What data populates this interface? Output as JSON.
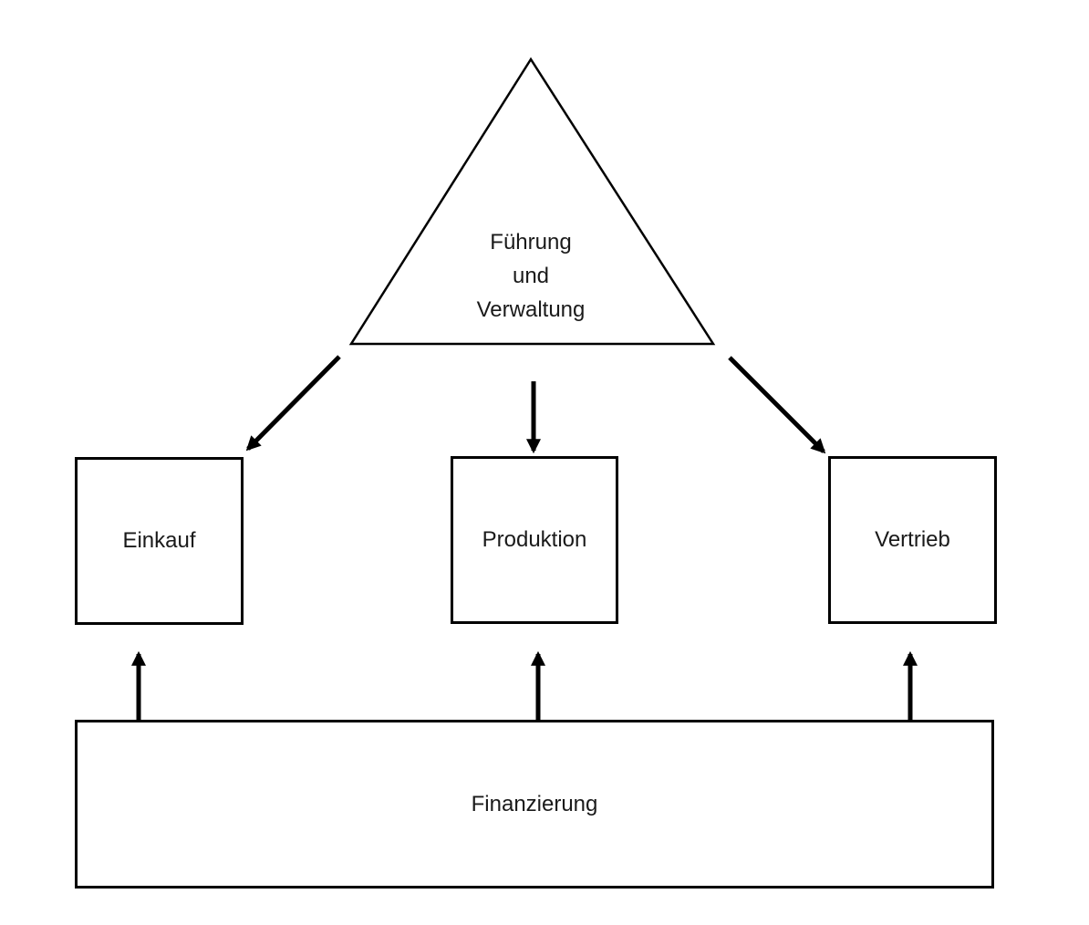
{
  "diagram": {
    "title_shape": {
      "label_line1": "Führung",
      "label_line2": "und",
      "label_line3": "Verwaltung"
    },
    "boxes": [
      {
        "label": "Einkauf"
      },
      {
        "label": "Produktion"
      },
      {
        "label": "Vertrieb"
      }
    ],
    "bottom_box": {
      "label": "Finanzierung"
    },
    "colors": {
      "stroke": "#000000",
      "background": "#ffffff",
      "text": "#1a1a1a"
    }
  }
}
